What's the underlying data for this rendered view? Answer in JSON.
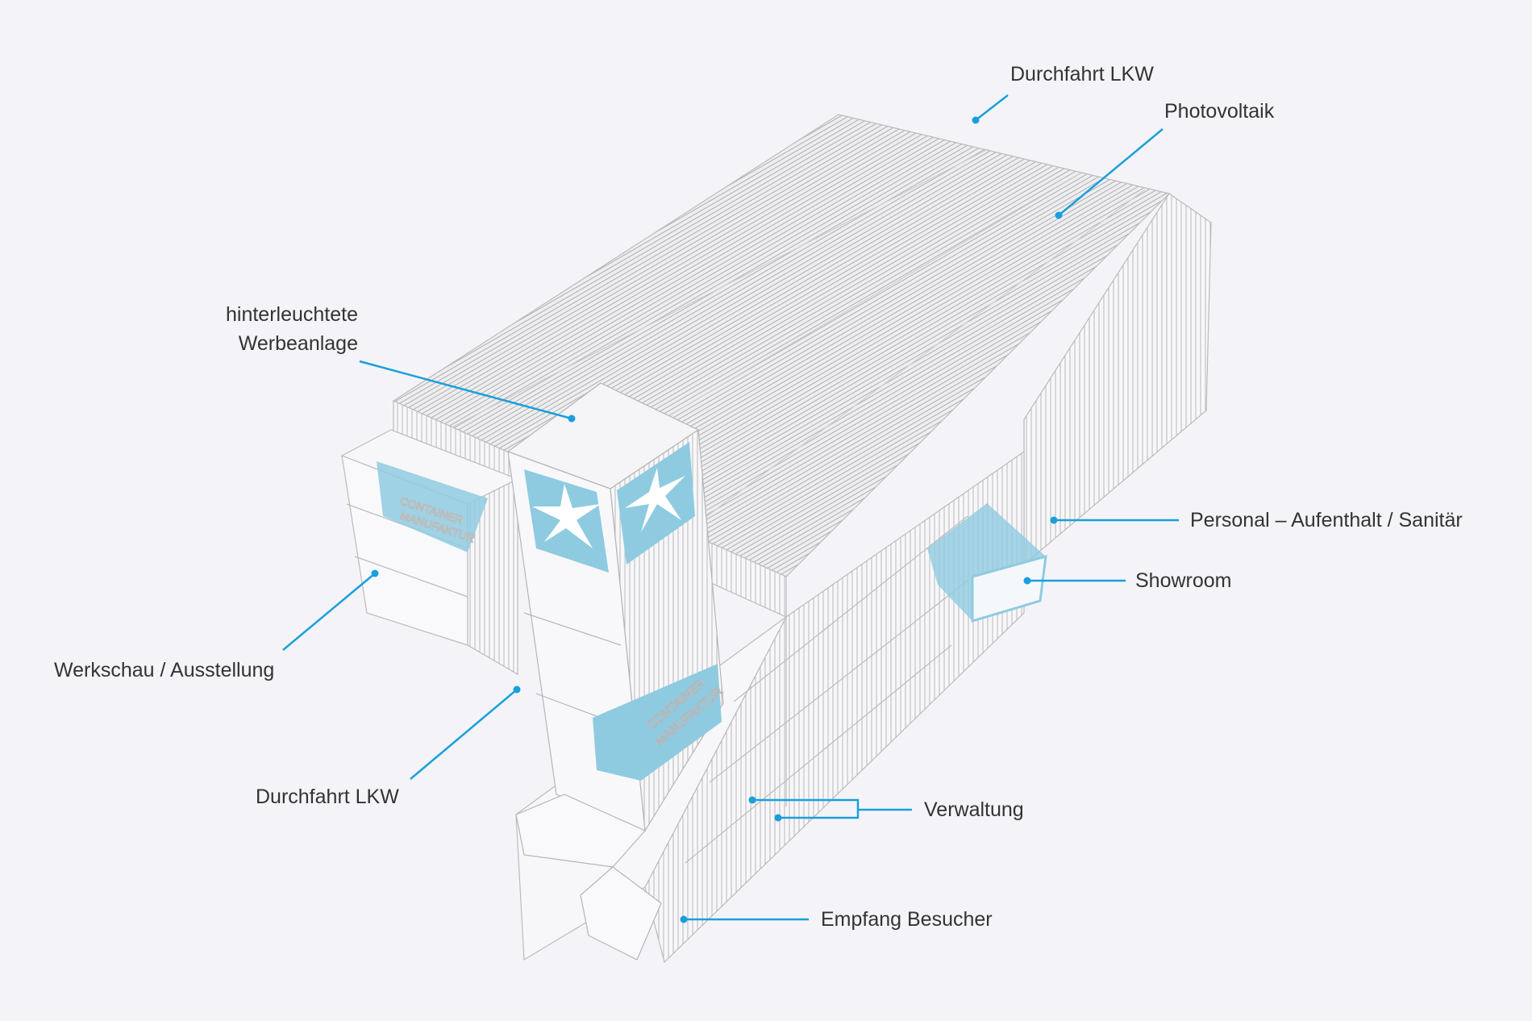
{
  "labels": {
    "durchfahrt_top": "Durchfahrt LKW",
    "photovoltaik": "Photovoltaik",
    "werbeanlage_line1": "hinterleuchtete",
    "werbeanlage_line2": "Werbeanlage",
    "personal": "Personal – Aufenthalt / Sanitär",
    "showroom": "Showroom",
    "werkschau": "Werkschau / Ausstellung",
    "durchfahrt_bottom": "Durchfahrt LKW",
    "verwaltung": "Verwaltung",
    "empfang": "Empfang Besucher"
  },
  "signage": {
    "text_line1": "CONTAINER",
    "text_line2": "MANUFAKTUR"
  },
  "colors": {
    "leader": "#1a9fdc",
    "sign": "#8fcbe0",
    "text": "#333333",
    "background": "#f4f4f8"
  }
}
